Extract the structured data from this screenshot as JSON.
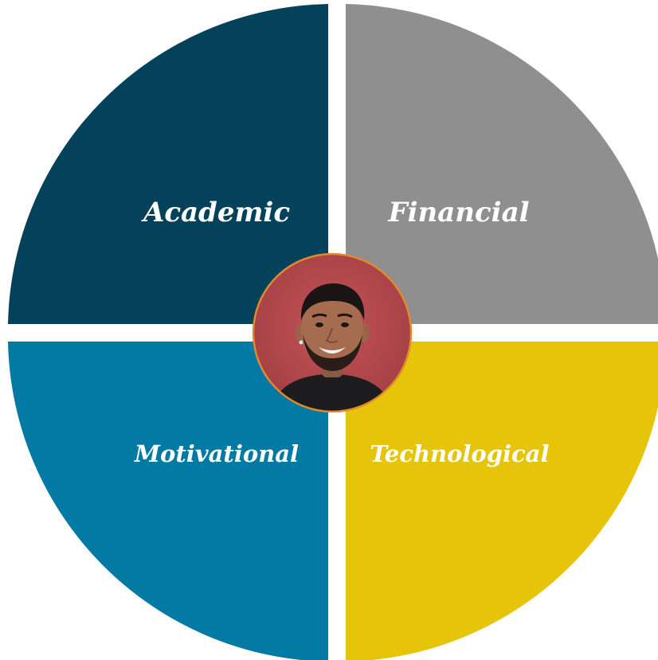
{
  "diagram": {
    "quadrants": [
      {
        "id": "academic",
        "label": "Academic",
        "color": "#03425a"
      },
      {
        "id": "financial",
        "label": "Financial",
        "color": "#8f8f8f"
      },
      {
        "id": "motivational",
        "label": "Motivational",
        "color": "#037aa3"
      },
      {
        "id": "technological",
        "label": "Technological",
        "color": "#e6c40a"
      }
    ],
    "center": {
      "border_color": "#e08a2b",
      "background_color": "#b5484c"
    }
  }
}
